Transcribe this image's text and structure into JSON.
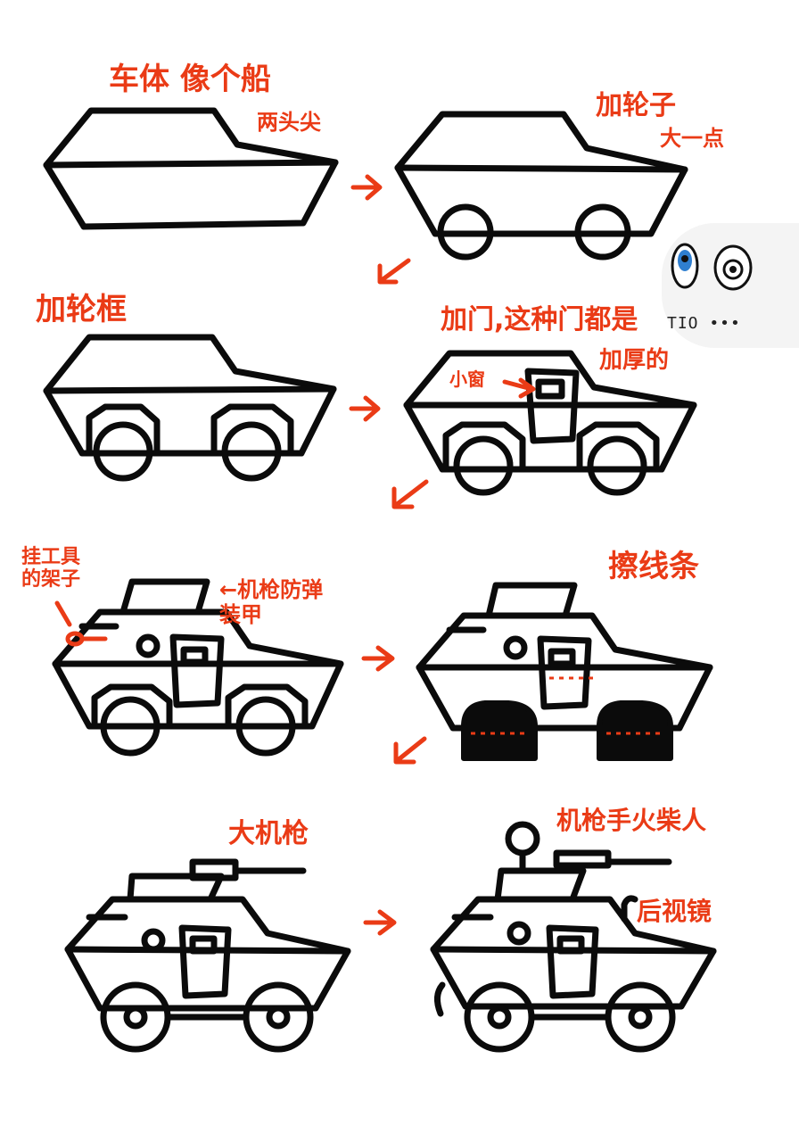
{
  "colors": {
    "ink": "#0b0b0b",
    "annotation": "#ea3b16",
    "paper": "#ffffff"
  },
  "steps": [
    {
      "notes": [
        "车体 像个船",
        "两头尖"
      ]
    },
    {
      "notes": [
        "加轮子",
        "大一点"
      ]
    },
    {
      "notes": [
        "加轮框"
      ]
    },
    {
      "notes": [
        "加门,这种门都是",
        "加厚的",
        "小窗"
      ]
    },
    {
      "notes": [
        "挂工具\n的架子",
        "←机枪防弹\n装甲"
      ]
    },
    {
      "notes": [
        "擦线条"
      ]
    },
    {
      "notes": [
        "大机枪"
      ]
    },
    {
      "notes": [
        "机枪手火柴人",
        "后视镜"
      ]
    }
  ],
  "sticker": {
    "text": "TIO •••",
    "icon": "cartoon-eyes-icon"
  }
}
